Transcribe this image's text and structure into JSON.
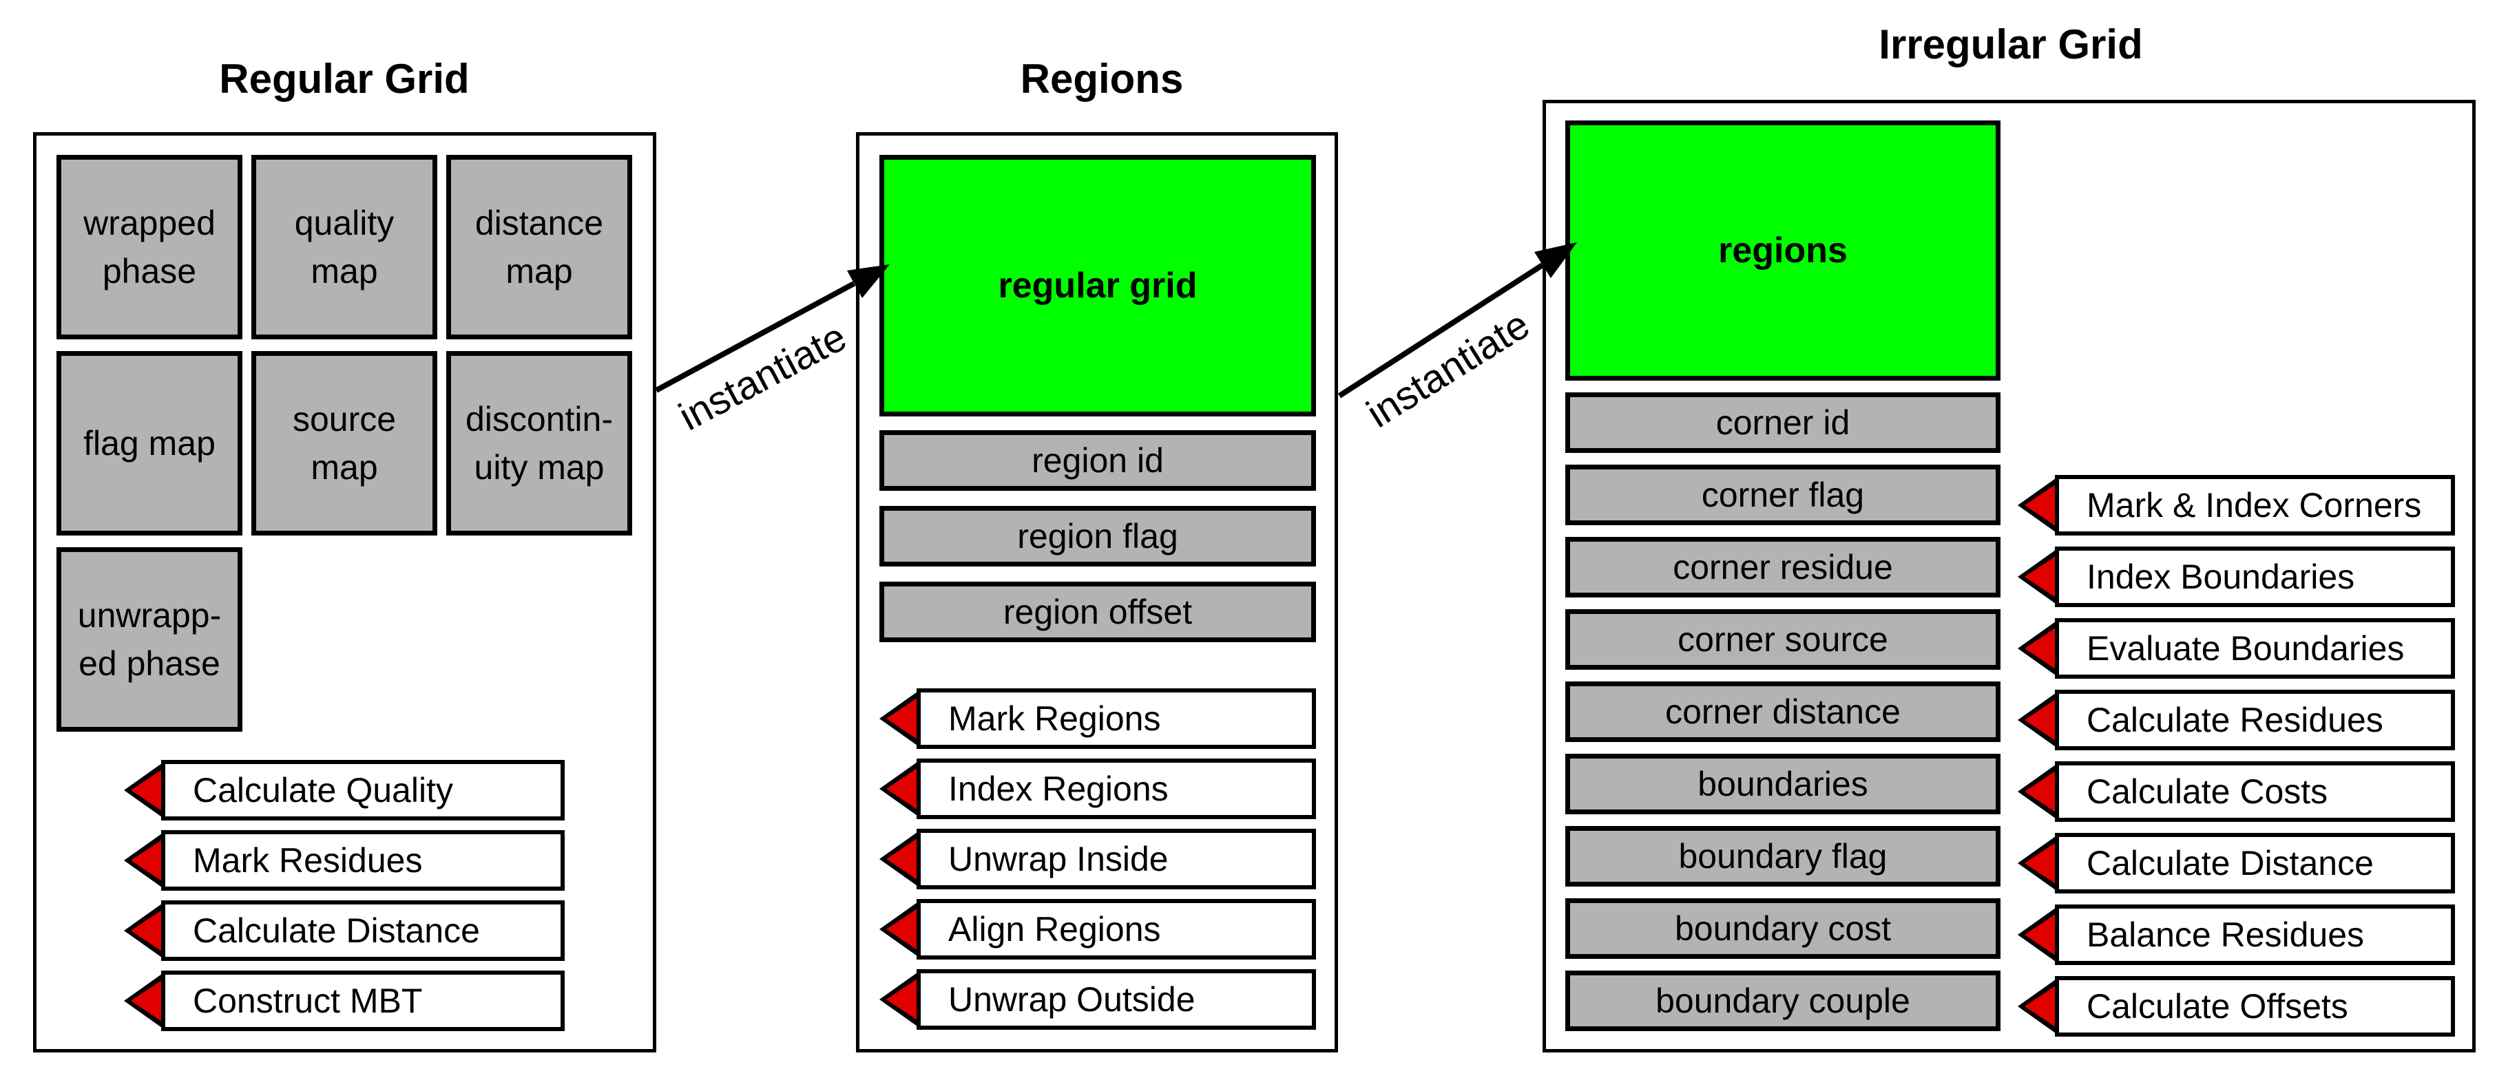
{
  "regular_grid": {
    "title": "Regular Grid",
    "maps": [
      "wrapped\nphase",
      "quality\nmap",
      "distance\nmap",
      "flag map",
      "source\nmap",
      "discontin-\nuity map",
      "unwrapp-\ned phase"
    ],
    "methods": [
      "Calculate Quality",
      "Mark Residues",
      "Calculate Distance",
      "Construct MBT"
    ]
  },
  "regions": {
    "title": "Regions",
    "base": "regular grid",
    "fields": [
      "region id",
      "region flag",
      "region offset"
    ],
    "methods": [
      "Mark Regions",
      "Index Regions",
      "Unwrap Inside",
      "Align Regions",
      "Unwrap Outside"
    ]
  },
  "irregular_grid": {
    "title": "Irregular Grid",
    "base": "regions",
    "fields": [
      "corner id",
      "corner flag",
      "corner residue",
      "corner source",
      "corner distance",
      "boundaries",
      "boundary flag",
      "boundary cost",
      "boundary couple"
    ],
    "methods": [
      "Mark & Index Corners",
      "Index Boundaries",
      "Evaluate Boundaries",
      "Calculate Residues",
      "Calculate Costs",
      "Calculate Distance",
      "Balance Residues",
      "Calculate Offsets"
    ]
  },
  "arrows": [
    "instantiate",
    "instantiate"
  ]
}
